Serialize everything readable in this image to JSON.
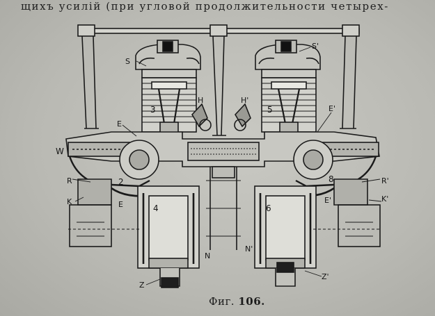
{
  "header_text": "щихъ усилій (при угловой продолжительности четырех-",
  "caption": {
    "prefix": "Фиг. ",
    "number": "106."
  },
  "figure_labels": {
    "S": "S",
    "S_prime": "S'",
    "H": "H",
    "H_prime": "H'",
    "E": "E",
    "E_prime": "E'",
    "E_lower": "E",
    "E_lower_prime": "E'",
    "W": "W",
    "R": "R",
    "R_prime": "R'",
    "K": "K",
    "K_prime": "K'",
    "N": "N",
    "N_prime": "N'",
    "Z": "Z",
    "Z_prime": "Z'",
    "cyl_3": "3",
    "cyl_5": "5",
    "cyl_2": "2",
    "cyl_8": "8",
    "cyl_4": "4",
    "cyl_6": "6"
  }
}
